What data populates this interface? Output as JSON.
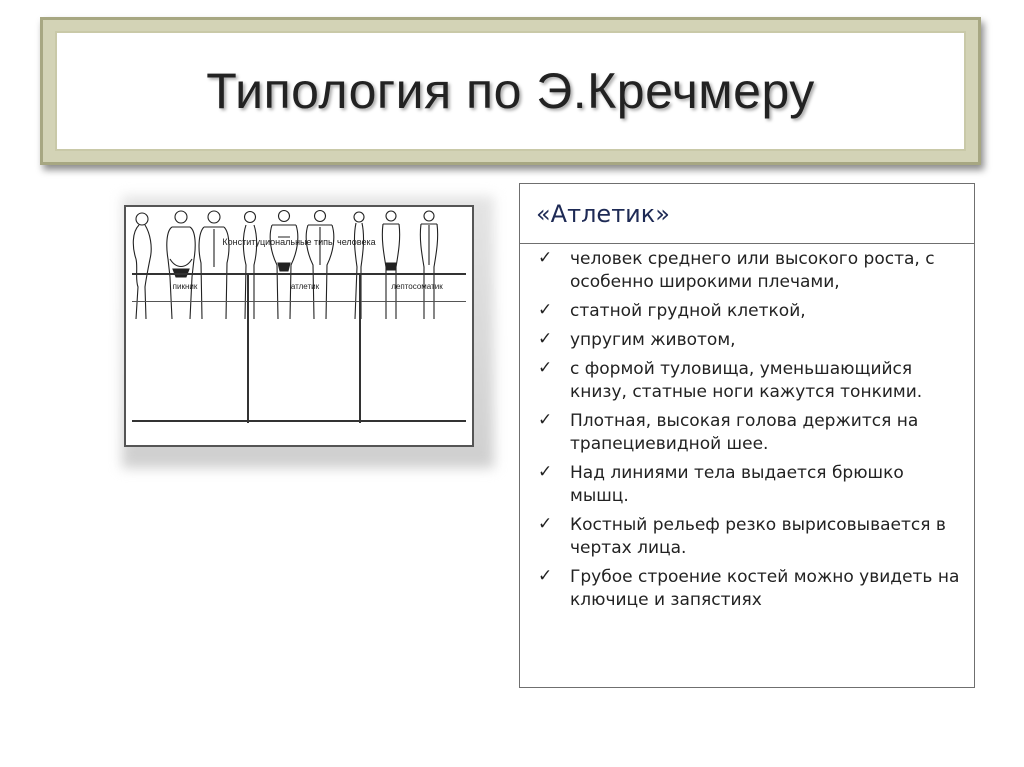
{
  "slide": {
    "title": "Типология по Э.Кречмеру"
  },
  "figure": {
    "caption": "Конституциональные типы человека",
    "types": [
      "пикник",
      "атлетик",
      "лептосоматик"
    ]
  },
  "panel": {
    "heading": "«Атлетик»",
    "items": [
      "человек среднего или высокого роста, с особенно широкими плечами,",
      " статной грудной клеткой,",
      " упругим животом,",
      " с формой туловища, уменьшающийся книзу, статные ноги кажутся тонкими.",
      "Плотная, высокая голова держится на трапециевидной шее.",
      "Над линиями тела выдается брюшко мышц.",
      " Костный рельеф резко вырисовывается в чертах лица.",
      " Грубое строение костей можно увидеть на ключице и запястиях"
    ],
    "bullet_icon": "check-mark-icon"
  }
}
